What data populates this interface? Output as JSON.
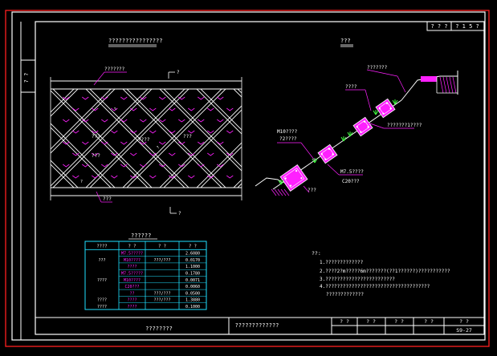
{
  "colors": {
    "background": "#000000",
    "frame_white": "#ffffff",
    "frame_red": "#ff2020",
    "magenta": "#ff20ff",
    "cyan": "#20e0ff",
    "green": "#40ff40",
    "yellow": "#ffff40"
  },
  "frame": {
    "top_right_left": "? ? ?",
    "top_right_right": "? 1 5 ?",
    "side_label": "? ?"
  },
  "plan": {
    "title": "????????????????",
    "label_top": "???????",
    "label_marker_top": "?",
    "label_left_1": "???",
    "label_left_2": "???",
    "label_center": "????",
    "label_right": "???",
    "label_dim_1": "?",
    "label_dim_2": "?",
    "label_dim_3": "?",
    "label_bottom": "???",
    "label_marker_bottom": "?"
  },
  "section": {
    "title": "???",
    "label_top": "???????",
    "label_mid_top": "????",
    "label_right": "???????1????",
    "label_left_1": "M10????",
    "label_left_2": "?2????",
    "label_mortar": "M7.5????",
    "label_c20": "C20???",
    "label_bottom": "???"
  },
  "table": {
    "title": "??????",
    "headers": [
      "????",
      "?  ?",
      "?  ?",
      "?  ?"
    ],
    "rows": [
      [
        "",
        "M7.5?????",
        "",
        "2.6080"
      ],
      [
        "???",
        "M10????",
        "???/???",
        "0.0170"
      ],
      [
        "",
        "????",
        "",
        "1.1000"
      ],
      [
        "",
        "M7.5?????",
        "",
        "0.1780"
      ],
      [
        "????",
        "M10????",
        "",
        "0.0071"
      ],
      [
        "",
        "C20???",
        "",
        "0.0060"
      ],
      [
        "",
        "??",
        "???/???",
        "0.0500"
      ],
      [
        "????",
        "????",
        "???/???",
        "1.3880"
      ],
      [
        "????",
        "????",
        "",
        "0.1000"
      ]
    ]
  },
  "notes": {
    "title": "??:",
    "items": [
      "1.?????????????",
      "2.????2?m?????6m???????(??1??????)???????????",
      "3.????????????????????????",
      "4.????????????????????????????????????",
      "?????????????"
    ]
  },
  "title_block": {
    "drawing_title": "????????",
    "project_name": "?????????????",
    "cells": [
      "? ?",
      "? ?",
      "? ?",
      "? ?",
      "? ?"
    ],
    "drawing_no": "S9-27"
  }
}
